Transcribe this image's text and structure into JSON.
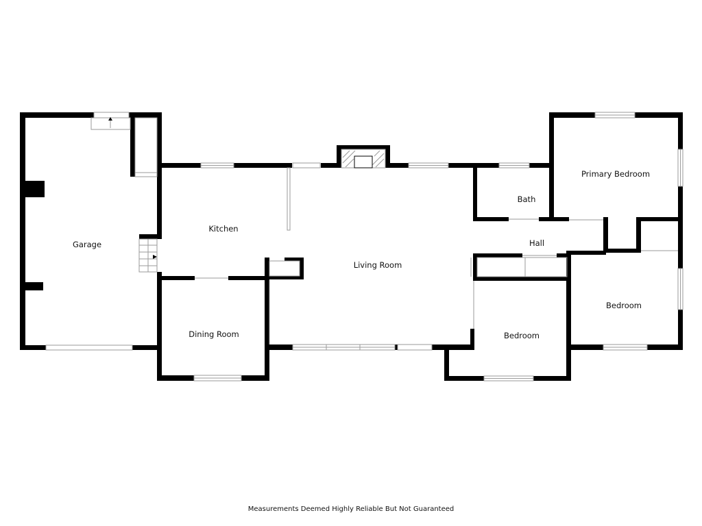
{
  "rooms": {
    "garage": "Garage",
    "kitchen": "Kitchen",
    "living_room": "Living Room",
    "dining_room": "Dining Room",
    "bath": "Bath",
    "primary_bedroom": "Primary Bedroom",
    "hall": "Hall",
    "bedroom_middle": "Bedroom",
    "bedroom_right": "Bedroom"
  },
  "footer": {
    "disclaimer": "Measurements Deemed Highly Reliable But Not Guaranteed"
  }
}
